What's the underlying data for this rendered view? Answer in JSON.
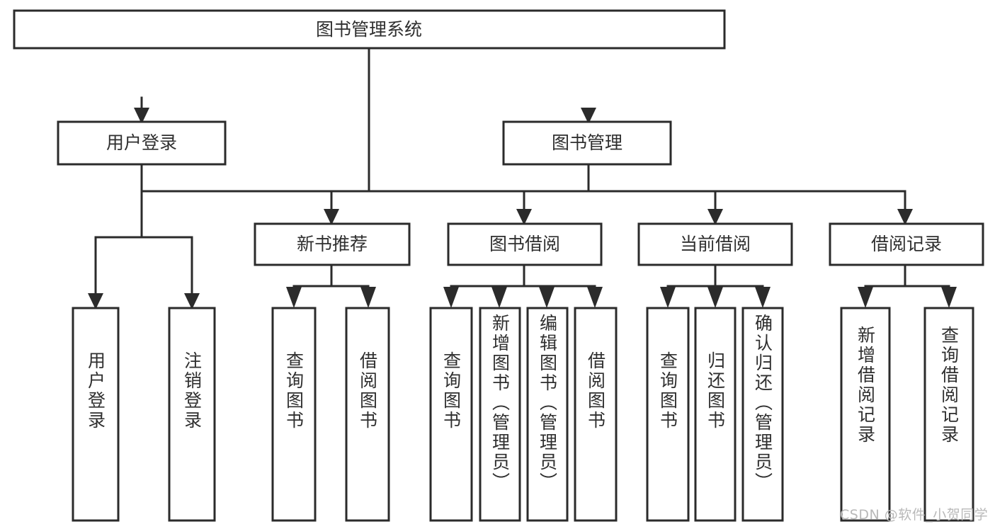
{
  "diagram": {
    "type": "tree",
    "title": "图书管理系统",
    "watermark": "CSDN @软件_小贺同学",
    "colors": {
      "background": "#ffffff",
      "box_stroke": "#2b2b2b",
      "box_fill": "#ffffff",
      "text": "#2f2f2f",
      "connector": "#2b2b2b",
      "watermark": "#b9b9b9"
    },
    "nodes": {
      "root": {
        "label": "图书管理系统",
        "orientation": "horizontal"
      },
      "level1": [
        {
          "label": "用户登录",
          "orientation": "horizontal"
        },
        {
          "label": "图书管理",
          "orientation": "horizontal"
        }
      ],
      "level2": [
        {
          "label": "新书推荐",
          "orientation": "horizontal"
        },
        {
          "label": "图书借阅",
          "orientation": "horizontal"
        },
        {
          "label": "当前借阅",
          "orientation": "horizontal"
        },
        {
          "label": "借阅记录",
          "orientation": "horizontal"
        }
      ],
      "leaves": [
        {
          "label": "用户登录",
          "orientation": "vertical",
          "parent": "用户登录"
        },
        {
          "label": "注销登录",
          "orientation": "vertical",
          "parent": "用户登录"
        },
        {
          "label": "查询图书",
          "orientation": "vertical",
          "parent": "新书推荐"
        },
        {
          "label": "借阅图书",
          "orientation": "vertical",
          "parent": "新书推荐"
        },
        {
          "label": "查询图书",
          "orientation": "vertical",
          "parent": "图书借阅"
        },
        {
          "label": "新增图书（管理员）",
          "orientation": "vertical",
          "parent": "图书借阅"
        },
        {
          "label": "编辑图书（管理员）",
          "orientation": "vertical",
          "parent": "图书借阅"
        },
        {
          "label": "借阅图书",
          "orientation": "vertical",
          "parent": "图书借阅"
        },
        {
          "label": "查询图书",
          "orientation": "vertical",
          "parent": "当前借阅"
        },
        {
          "label": "归还图书",
          "orientation": "vertical",
          "parent": "当前借阅"
        },
        {
          "label": "确认归还（管理员）",
          "orientation": "vertical",
          "parent": "当前借阅"
        },
        {
          "label": "新增借阅记录",
          "orientation": "vertical",
          "parent": "借阅记录"
        },
        {
          "label": "查询借阅记录",
          "orientation": "vertical",
          "parent": "借阅记录"
        }
      ]
    }
  }
}
